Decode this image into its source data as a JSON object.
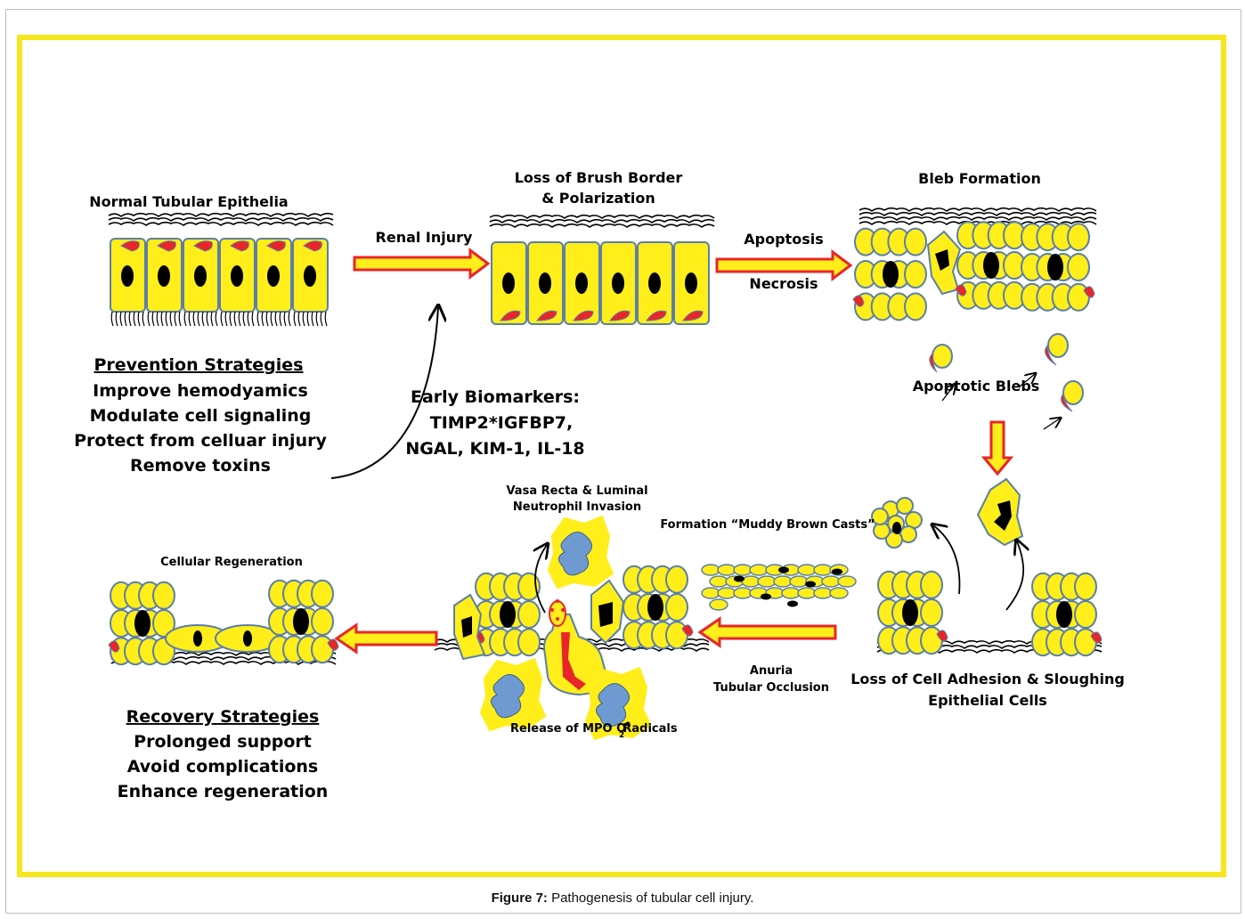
{
  "figure": {
    "caption_label": "Figure 7:",
    "caption_text": " Pathogenesis of tubular cell injury."
  },
  "stages": {
    "normal": "Normal Tubular Epithelia",
    "brush_border_1": "Loss of Brush Border",
    "brush_border_2": "& Polarization",
    "bleb": "Bleb Formation",
    "apoptotic_blebs": "Apoptotic Blebs",
    "sloughing_1": "Loss of Cell Adhesion & Sloughing",
    "sloughing_2": "Epithelial Cells",
    "casts": "Formation “Muddy Brown Casts”",
    "neutrophil_1": "Vasa Recta & Luminal",
    "neutrophil_2": "Neutrophil Invasion",
    "release": "Release of MPO O",
    "release_sub": "2",
    "release_radicals": "Radicals",
    "regeneration": "Cellular Regeneration"
  },
  "arrows": {
    "renal_injury": "Renal Injury",
    "apoptosis": "Apoptosis",
    "necrosis": "Necrosis",
    "anuria": "Anuria",
    "tubular_occlusion": "Tubular Occlusion"
  },
  "prevention": {
    "title": "Prevention Strategies",
    "items": [
      "Improve hemodyamics",
      "Modulate cell signaling",
      "Protect from celluar injury",
      "Remove toxins"
    ]
  },
  "biomarkers": {
    "title": "Early Biomarkers:",
    "line1": "TIMP2*IGFBP7,",
    "line2": "NGAL, KIM-1, IL-18"
  },
  "recovery": {
    "title": "Recovery Strategies",
    "items": [
      "Prolonged support",
      "Avoid complications",
      "Enhance regeneration"
    ]
  },
  "colors": {
    "frame": "#f5e71b",
    "cell_fill": "#ffee1a",
    "cell_stroke": "#5b7fa6",
    "nucleus": "#000000",
    "organelle": "#e8262a",
    "neutrophil": "#6f9ad1"
  }
}
